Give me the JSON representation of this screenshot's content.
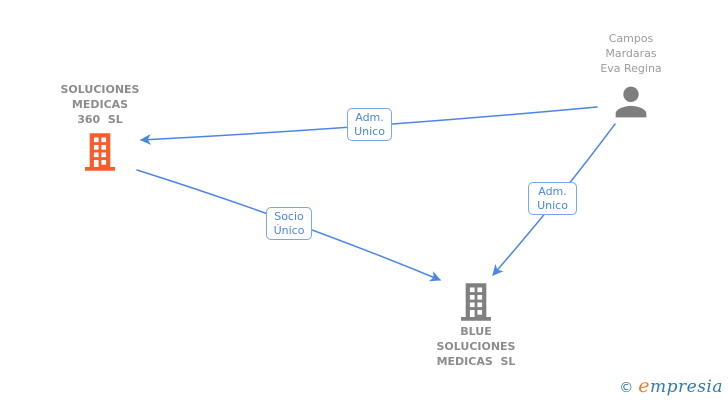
{
  "diagram": {
    "edge_color": "#4A86E8",
    "edge_label_border_color": "#78A7F0",
    "company_text_color": "#8C8C8C",
    "person_text_color": "#9A9A9A",
    "nodes": [
      {
        "id": "soluciones-medicas-360-sl",
        "type": "company",
        "icon": "building-icon",
        "icon_color": "#F95B2D",
        "label_lines": [
          "SOLUCIONES",
          "MEDICAS",
          "360  SL"
        ]
      },
      {
        "id": "campos-mardaras-eva-regina",
        "type": "person",
        "icon": "person-icon",
        "icon_color": "#7E7E7E",
        "label_lines": [
          "Campos",
          "Mardaras",
          "Eva Regina"
        ]
      },
      {
        "id": "blue-soluciones-medicas-sl",
        "type": "company",
        "icon": "building-icon",
        "icon_color": "#808080",
        "label_lines": [
          "BLUE",
          "SOLUCIONES",
          "MEDICAS  SL"
        ]
      }
    ],
    "edges": [
      {
        "from": "campos-mardaras-eva-regina",
        "to": "soluciones-medicas-360-sl",
        "label_lines": [
          "Adm.",
          "Unico"
        ]
      },
      {
        "from": "campos-mardaras-eva-regina",
        "to": "blue-soluciones-medicas-sl",
        "label_lines": [
          "Adm.",
          "Unico"
        ]
      },
      {
        "from": "soluciones-medicas-360-sl",
        "to": "blue-soluciones-medicas-sl",
        "label_lines": [
          "Socio",
          "Único"
        ]
      }
    ]
  },
  "watermark": {
    "copyright_symbol": "©",
    "brand_initial": "e",
    "brand_rest": "mpresia",
    "copyright_color": "#2E7BAE",
    "brand_initial_color": "#EE7D24"
  }
}
